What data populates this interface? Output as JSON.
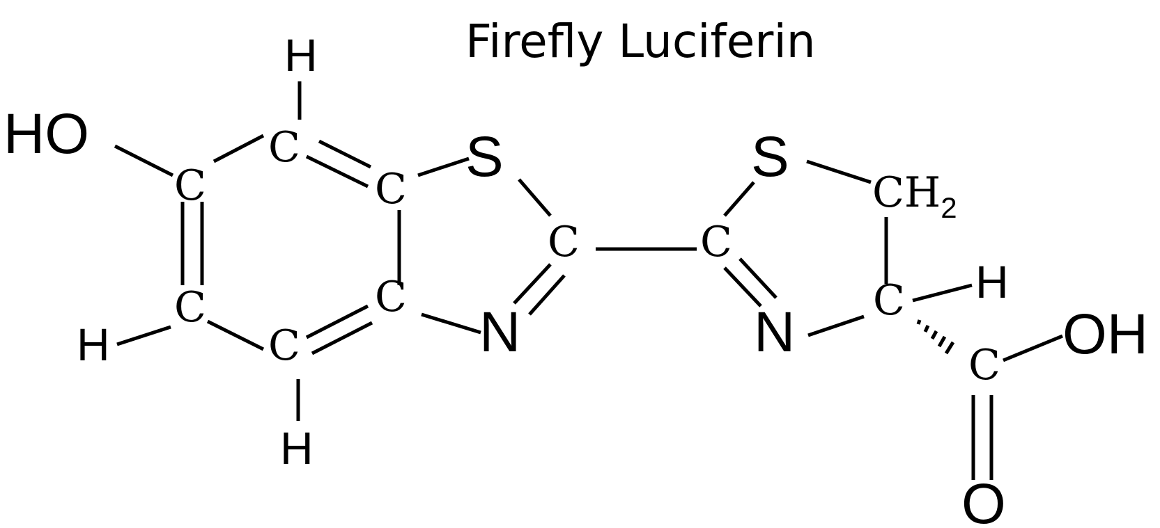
{
  "title": "Firefly Luciferin",
  "atoms": {
    "ho": "HO",
    "c_left_top": "C",
    "c_left_bottom": "C",
    "c_top": "C",
    "c_bottom": "C",
    "c_fuse_top": "C",
    "c_fuse_bottom": "C",
    "s_left": "S",
    "c_thiazole": "C",
    "n_left": "N",
    "c_thiazoline": "C",
    "s_right": "S",
    "ch2": "CH",
    "ch2_sub": "2",
    "n_right": "N",
    "c_chiral": "C",
    "c_carboxyl": "C",
    "oh": "OH",
    "o": "O",
    "h_top": "H",
    "h_left": "H",
    "h_bottom": "H",
    "h_chiral": "H"
  }
}
